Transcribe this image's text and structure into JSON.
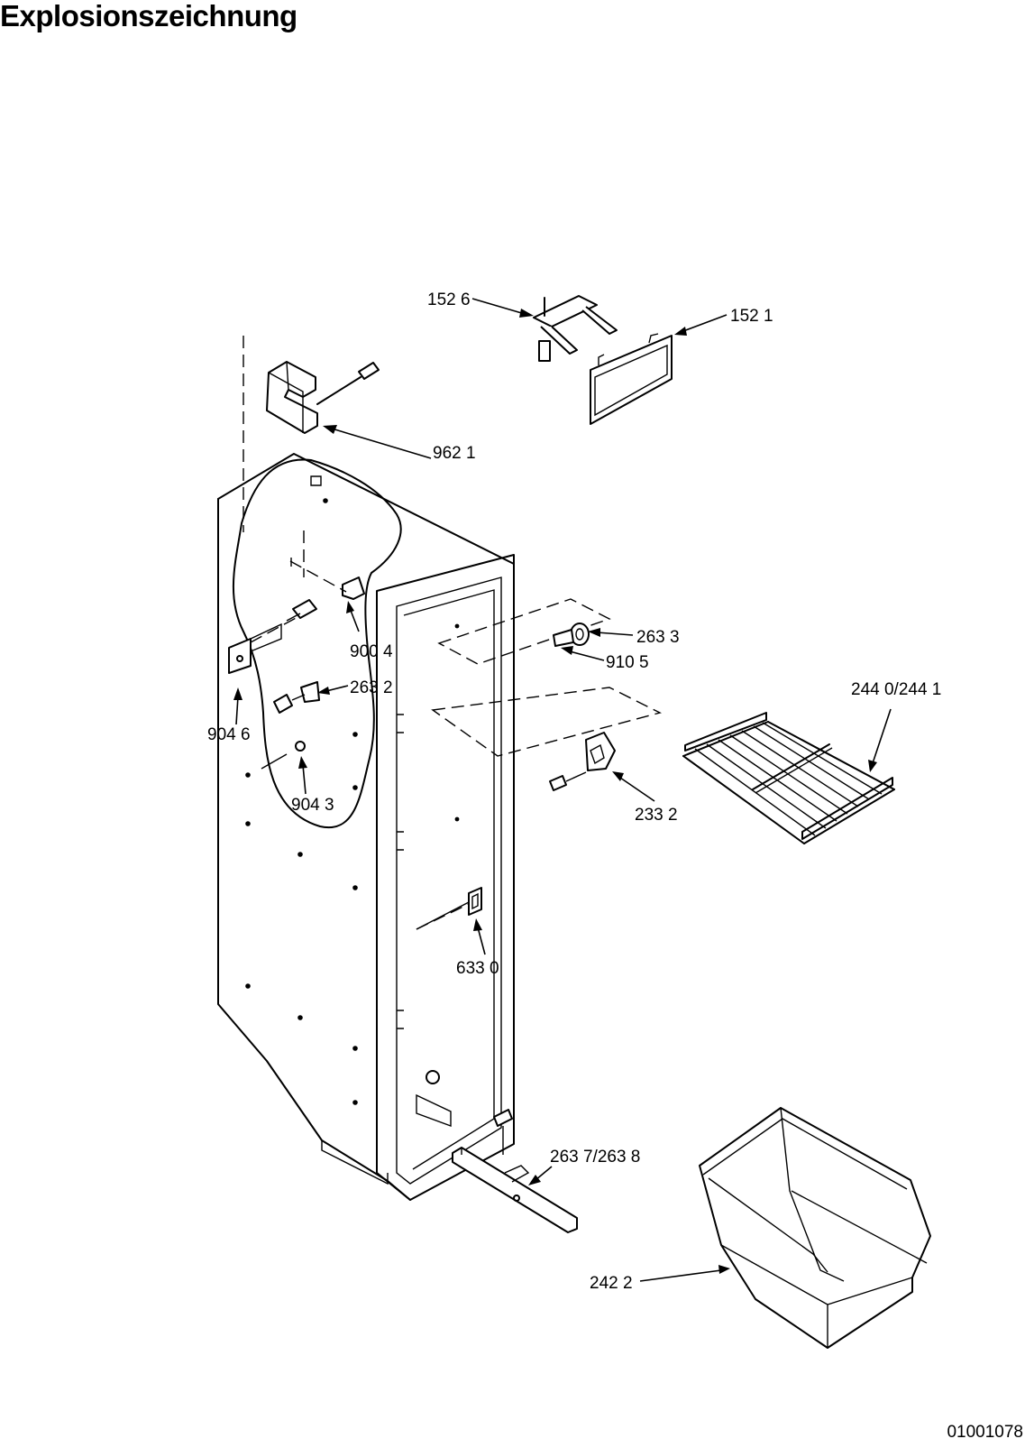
{
  "title": "Explosionszeichnung",
  "document_number": "01001078",
  "callouts": {
    "c1526": "152 6",
    "c1521": "152 1",
    "c9621": "962 1",
    "c9004": "900 4",
    "c2632": "263 2",
    "c9046": "904 6",
    "c9043": "904 3",
    "c2633": "263 3",
    "c9105": "910 5",
    "c2440": "244 0/244 1",
    "c2332": "233 2",
    "c6330": "633 0",
    "c2637": "263 7/263 8",
    "c2422": "242 2"
  }
}
